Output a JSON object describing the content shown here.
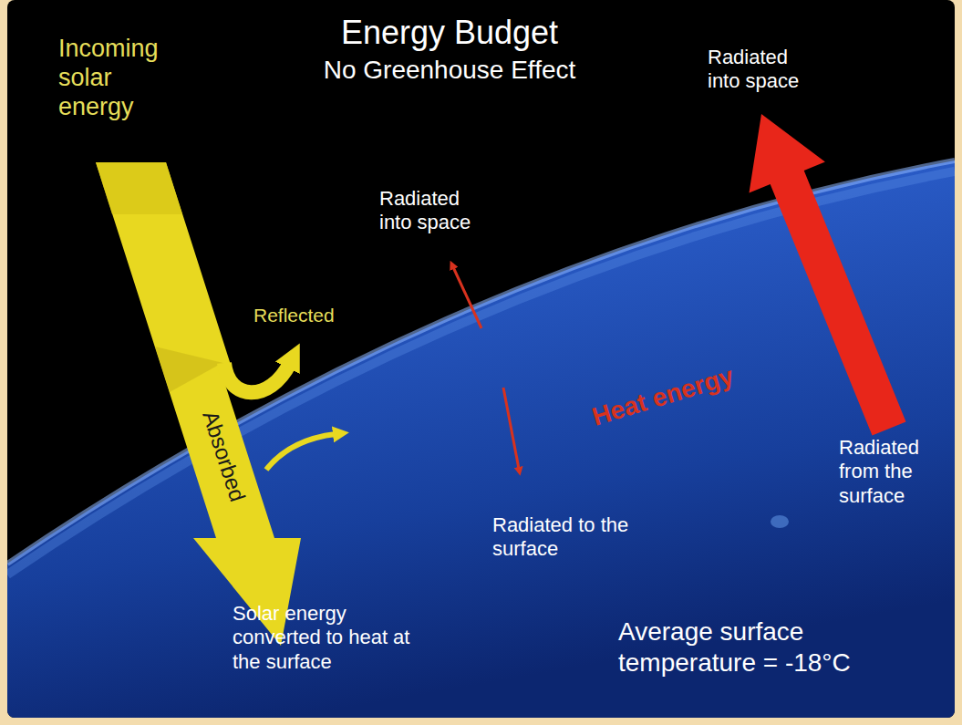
{
  "diagram": {
    "title": "Energy Budget",
    "labels": [
      "Incoming solar energy",
      "No Greenhouse Effect",
      "Radiated into space",
      "Radiated into space",
      "Reflected",
      "Absorbed",
      "Heat energy",
      "Radiated from the surface",
      "Radiated to the surface",
      "Solar energy converted to heat at the surface",
      "Average surface temperature = -18°C"
    ]
  }
}
